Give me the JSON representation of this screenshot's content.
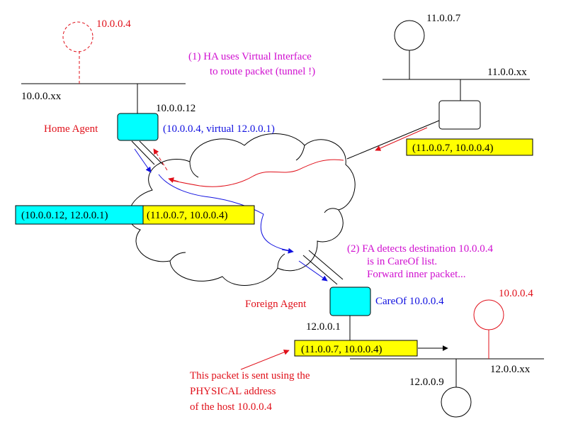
{
  "colors": {
    "black": "#000000",
    "red": "#e0101a",
    "magenta": "#d010d0",
    "blue": "#1010e0",
    "cyan": "#00ffff",
    "yellow": "#ffff00"
  },
  "labels": {
    "mobile_home_addr": "10.0.0.4",
    "home_net": "10.0.0.xx",
    "ha_addr": "10.0.0.12",
    "ha_name": "Home Agent",
    "ha_virtual": "(10.0.0.4,  virtual 12.0.0.1)",
    "corr_host_addr": "11.0.0.7",
    "corr_net": "11.0.0.xx",
    "note1_line1": "(1) HA uses Virtual Interface",
    "note1_line2": "to route packet (tunnel !)",
    "packet_original": "(11.0.0.7, 10.0.0.4)",
    "outer_header": "(10.0.0.12, 12.0.0.1)",
    "inner_packet": "(11.0.0.7, 10.0.0.4)",
    "note2_line1": "(2) FA detects destination 10.0.0.4",
    "note2_line2": "is in CareOf list.",
    "note2_line3": "Forward inner packet...",
    "fa_name": "Foreign Agent",
    "fa_careof": "CareOf 10.0.0.4",
    "fa_addr": "12.0.0.1",
    "forwarded_packet": "(11.0.0.7, 10.0.0.4)",
    "mobile_visit_addr": "10.0.0.4",
    "foreign_net": "12.0.0.xx",
    "other_host_addr": "12.0.0.9",
    "note3_line1": "This packet is sent using the",
    "note3_line2": "PHYSICAL address",
    "note3_line3": "of the host 10.0.0.4"
  }
}
